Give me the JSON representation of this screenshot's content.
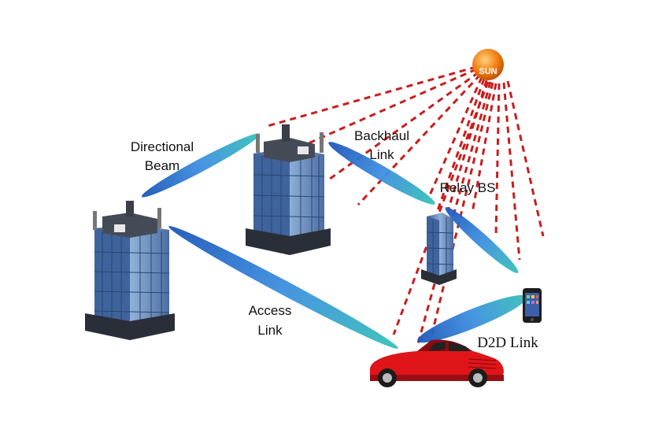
{
  "diagram": {
    "sun": {
      "label": "SUN",
      "color": "#f07a10"
    },
    "labels": {
      "directional_beam_line1": "Directional",
      "directional_beam_line2": "Beam",
      "backhaul_line1": "Backhaul",
      "backhaul_line2": "Link",
      "relay_bs": "Relay BS",
      "access_line1": "Access",
      "access_line2": "Link",
      "d2d": "D2D Link"
    },
    "colors": {
      "solar_rays": "#c81e1e",
      "beam": "#2e7fd6",
      "car": "#e0151a",
      "building_glass": "#5f82b4"
    }
  }
}
